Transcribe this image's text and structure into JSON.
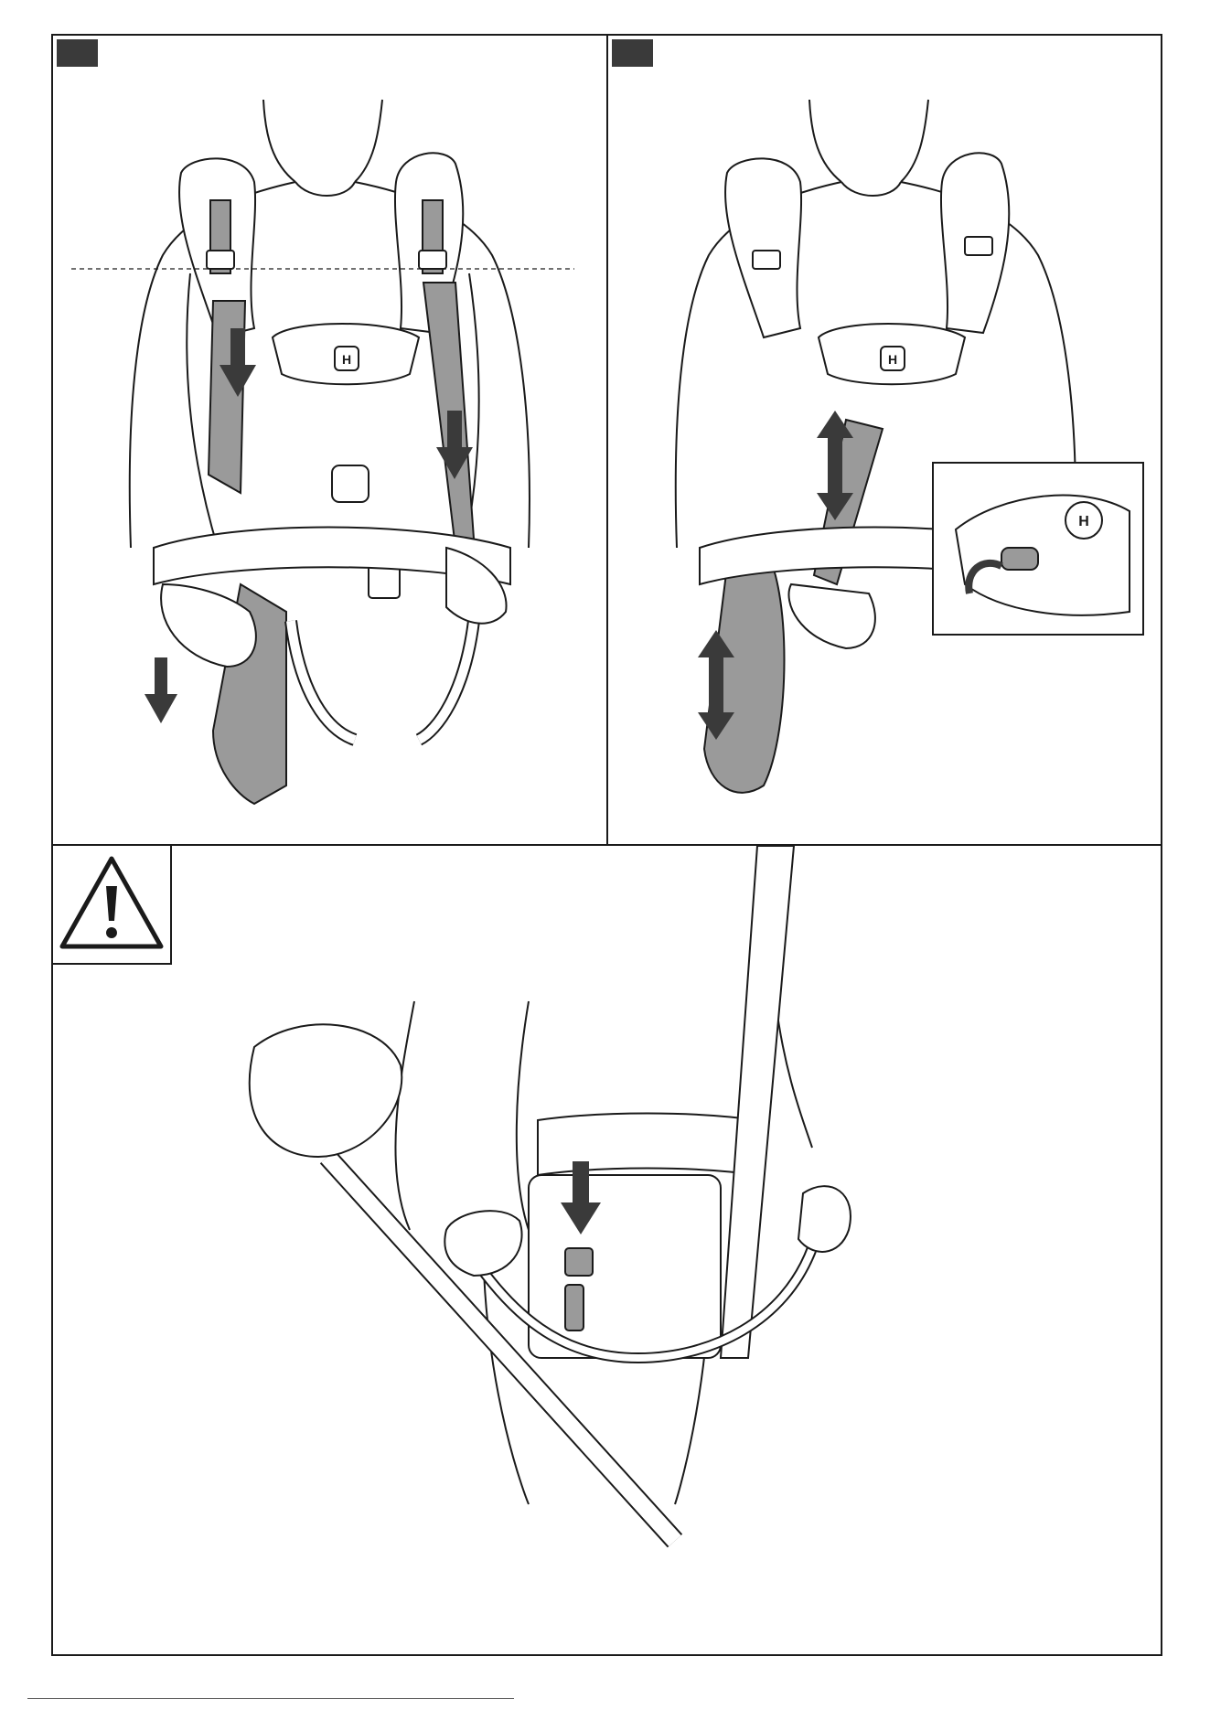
{
  "document": {
    "type": "instruction-manual-illustration-page",
    "brand_mark": "H",
    "panels": [
      {
        "id": "a",
        "description_icon": "harness-adjust-icon"
      },
      {
        "id": "b",
        "description_icon": "harness-buckle-icon"
      },
      {
        "id": "c",
        "description_icon": "trimmer-hook-icon"
      }
    ],
    "warning": {
      "icon": "warning-triangle-icon"
    }
  },
  "colors": {
    "line": "#1a1a1a",
    "strap": "#9a9a9a",
    "dark": "#3a3a3a",
    "paper": "#ffffff"
  }
}
